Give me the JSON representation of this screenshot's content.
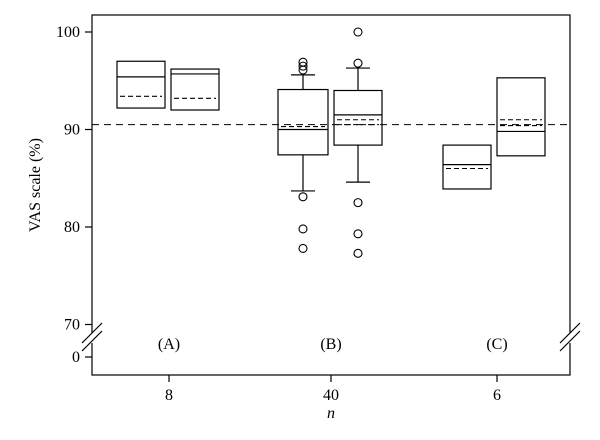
{
  "chart_data": {
    "type": "box",
    "ylabel": "VAS scale (%)",
    "xlabel": "n",
    "y_ticks": [
      "100",
      "90",
      "80",
      "70",
      "0"
    ],
    "y_tick_values": [
      100,
      90,
      80,
      70,
      0
    ],
    "y_axis_break": true,
    "groups": [
      {
        "label": "(A)",
        "n": "8"
      },
      {
        "label": "(B)",
        "n": "40"
      },
      {
        "label": "(C)",
        "n": "6"
      }
    ],
    "reference_line_value": 90.5,
    "boxes": [
      {
        "group": "(A)",
        "q1": 92.2,
        "median": 95.4,
        "q3": 97.0,
        "mean": 93.4,
        "whisker_low": null,
        "whisker_high": null,
        "outliers": []
      },
      {
        "group": "(A)",
        "q1": 92.0,
        "median": 95.7,
        "q3": 96.2,
        "mean": 93.2,
        "whisker_low": null,
        "whisker_high": null,
        "outliers": []
      },
      {
        "group": "(B)",
        "q1": 87.4,
        "median": 90.0,
        "q3": 94.1,
        "mean": 90.3,
        "whisker_low": 83.7,
        "whisker_high": 95.6,
        "outliers": [
          77.8,
          79.8,
          83.1,
          96.1,
          96.5,
          96.9
        ]
      },
      {
        "group": "(B)",
        "q1": 88.4,
        "median": 91.5,
        "q3": 94.0,
        "mean_lines": [
          90.5,
          91.0
        ],
        "whisker_low": 84.6,
        "whisker_high": 96.3,
        "outliers": [
          77.3,
          79.3,
          82.5,
          96.8,
          100.0
        ]
      },
      {
        "group": "(C)",
        "q1": 83.9,
        "median": 86.4,
        "q3": 88.4,
        "mean": 86.0,
        "whisker_low": null,
        "whisker_high": null,
        "outliers": []
      },
      {
        "group": "(C)",
        "q1": 87.3,
        "median": 89.8,
        "q3": 95.3,
        "mean_lines": [
          90.4,
          91.0
        ],
        "whisker_low": null,
        "whisker_high": null,
        "outliers": []
      }
    ]
  }
}
